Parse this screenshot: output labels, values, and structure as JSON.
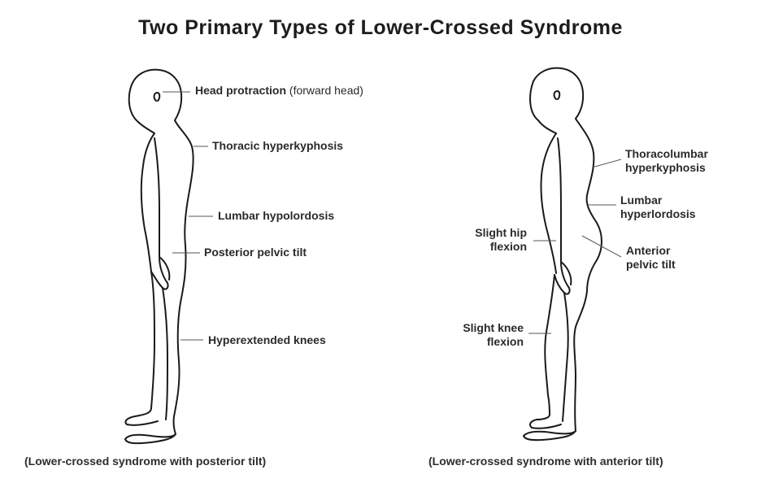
{
  "title": "Two Primary Types of Lower-Crossed Syndrome",
  "posterior": {
    "labels": {
      "head_protraction": "Head protraction",
      "head_protraction_note": "(forward head)",
      "thoracic_hyperkyphosis": "Thoracic hyperkyphosis",
      "lumbar_hypolordosis": "Lumbar hypolordosis",
      "posterior_pelvic_tilt": "Posterior pelvic tilt",
      "hyperextended_knees": "Hyperextended knees"
    },
    "caption": "(Lower-crossed syndrome with posterior tilt)"
  },
  "anterior": {
    "labels": {
      "thoracolumbar_line1": "Thoracolumbar",
      "thoracolumbar_line2": "hyperkyphosis",
      "lumbar_line1": "Lumbar",
      "lumbar_line2": "hyperlordosis",
      "hip_line1": "Slight hip",
      "hip_line2": "flexion",
      "pelvic_line1": "Anterior",
      "pelvic_line2": "pelvic tilt",
      "knee_line1": "Slight knee",
      "knee_line2": "flexion"
    },
    "caption": "(Lower-crossed syndrome with anterior tilt)"
  }
}
